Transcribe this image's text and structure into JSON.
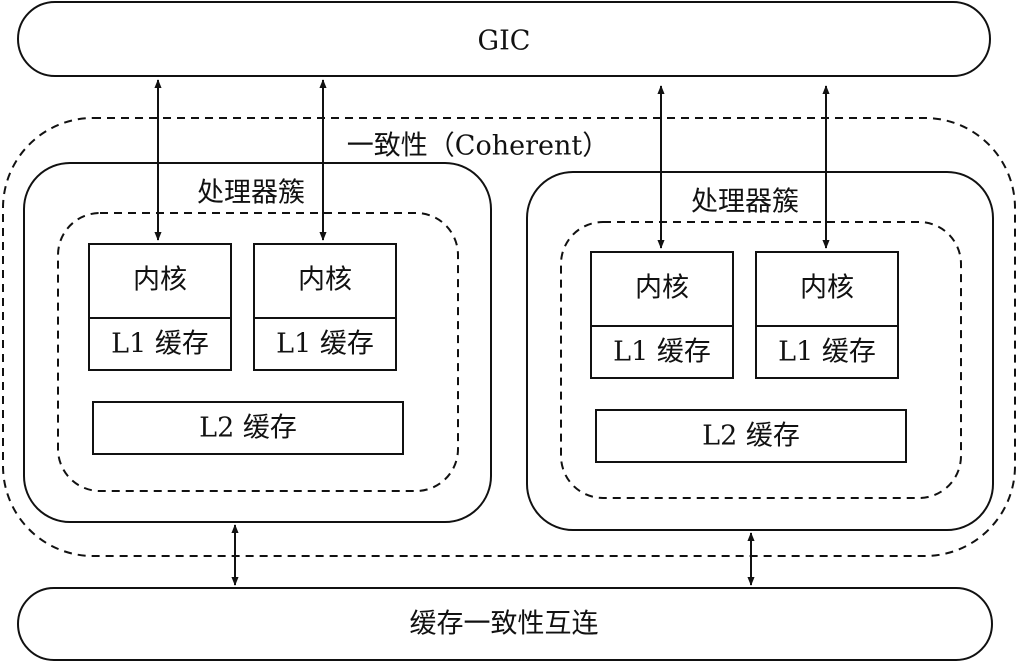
{
  "gic": {
    "label": "GIC"
  },
  "coherent": {
    "label": "一致性（Coherent）"
  },
  "clusters": [
    {
      "label": "处理器簇",
      "cores": [
        {
          "core_label": "内核",
          "l1_label": "L1 缓存"
        },
        {
          "core_label": "内核",
          "l1_label": "L1 缓存"
        }
      ],
      "l2_label": "L2 缓存"
    },
    {
      "label": "处理器簇",
      "cores": [
        {
          "core_label": "内核",
          "l1_label": "L1 缓存"
        },
        {
          "core_label": "内核",
          "l1_label": "L1 缓存"
        }
      ],
      "l2_label": "L2 缓存"
    }
  ],
  "interconnect": {
    "label": "缓存一致性互连"
  },
  "colors": {
    "stroke": "#111111",
    "background": "#ffffff"
  }
}
